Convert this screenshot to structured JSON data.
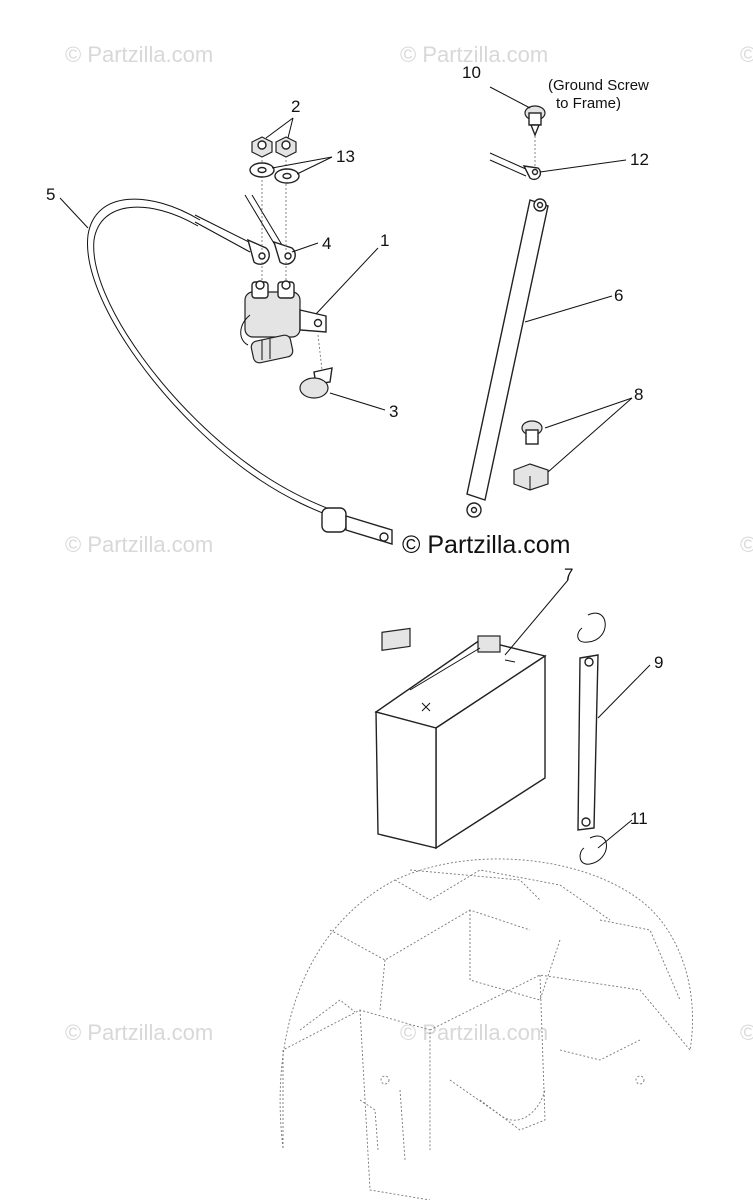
{
  "watermark": {
    "faint": "© Partzilla.com",
    "main": "© Partzilla.com"
  },
  "callouts": {
    "c1": "1",
    "c2": "2",
    "c3": "3",
    "c4": "4",
    "c5": "5",
    "c6": "6",
    "c7": "7",
    "c8": "8",
    "c9": "9",
    "c10": "10",
    "c11": "11",
    "c12": "12",
    "c13": "13"
  },
  "notes": {
    "ground_line1": "(Ground Screw",
    "ground_line2": "to Frame)"
  },
  "colors": {
    "ink": "#111111",
    "watermark": "#d8d8d8",
    "background": "#ffffff"
  }
}
